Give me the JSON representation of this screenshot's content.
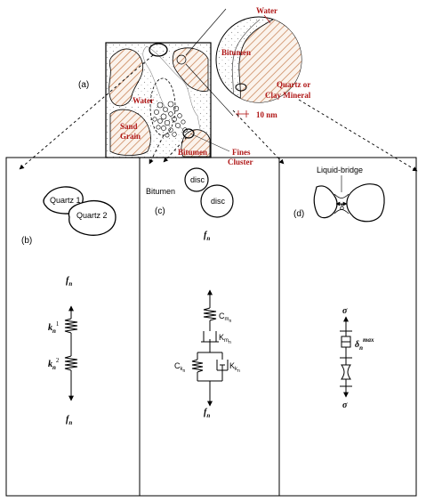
{
  "top_figure": {
    "panel_label": "(a)",
    "labels": {
      "water_top": "Water",
      "bitumen_circle": "Bitumen",
      "quartz_or_clay_line1": "Quartz or",
      "quartz_or_clay_line2": "Clay Mineral",
      "thickness": "10 nm",
      "water_inner": "Water",
      "sand_line1": "Sand",
      "sand_line2": "Grain",
      "bitumen_bottom": "Bitumen",
      "fines_line1": "Fines",
      "fines_line2": "Cluster"
    }
  },
  "panel_b": {
    "label": "(b)",
    "quartz_1": "Quartz 1",
    "quartz_2": "Quartz 2",
    "force_top": "f",
    "force_sub_top": "n",
    "k1_base": "k",
    "k1_sub": "n",
    "k1_sup": "1",
    "k2_base": "k",
    "k2_sub": "n",
    "k2_sup": "2",
    "force_bottom": "f",
    "force_sub_bottom": "n"
  },
  "panel_c": {
    "label": "(c)",
    "bitumen": "Bitumen",
    "disc_top": "disc",
    "disc_bottom": "disc",
    "force_top": "f",
    "force_sub_top": "n",
    "cm_base": "C",
    "cm_sub": "m",
    "cm_subsub": "n",
    "km_base": "K",
    "km_sub": "m",
    "km_subsub": "n",
    "ck_base": "C",
    "ck_sub": "k",
    "ck_subsub": "n",
    "kk_base": "K",
    "kk_sub": "k",
    "kk_subsub": "n",
    "force_bottom": "f",
    "force_sub_bottom": "n"
  },
  "panel_d": {
    "label": "(d)",
    "liquid_bridge": "Liquid-bridge",
    "delta_small": "δ",
    "sigma_top": "σ",
    "delta_base": "δ",
    "delta_sub": "n",
    "delta_sup": "max",
    "sigma_bottom": "σ"
  },
  "colors": {
    "text_red": "#b01818",
    "hatch": "#c47a4a",
    "matrix_dots": "#9a9a9a"
  }
}
